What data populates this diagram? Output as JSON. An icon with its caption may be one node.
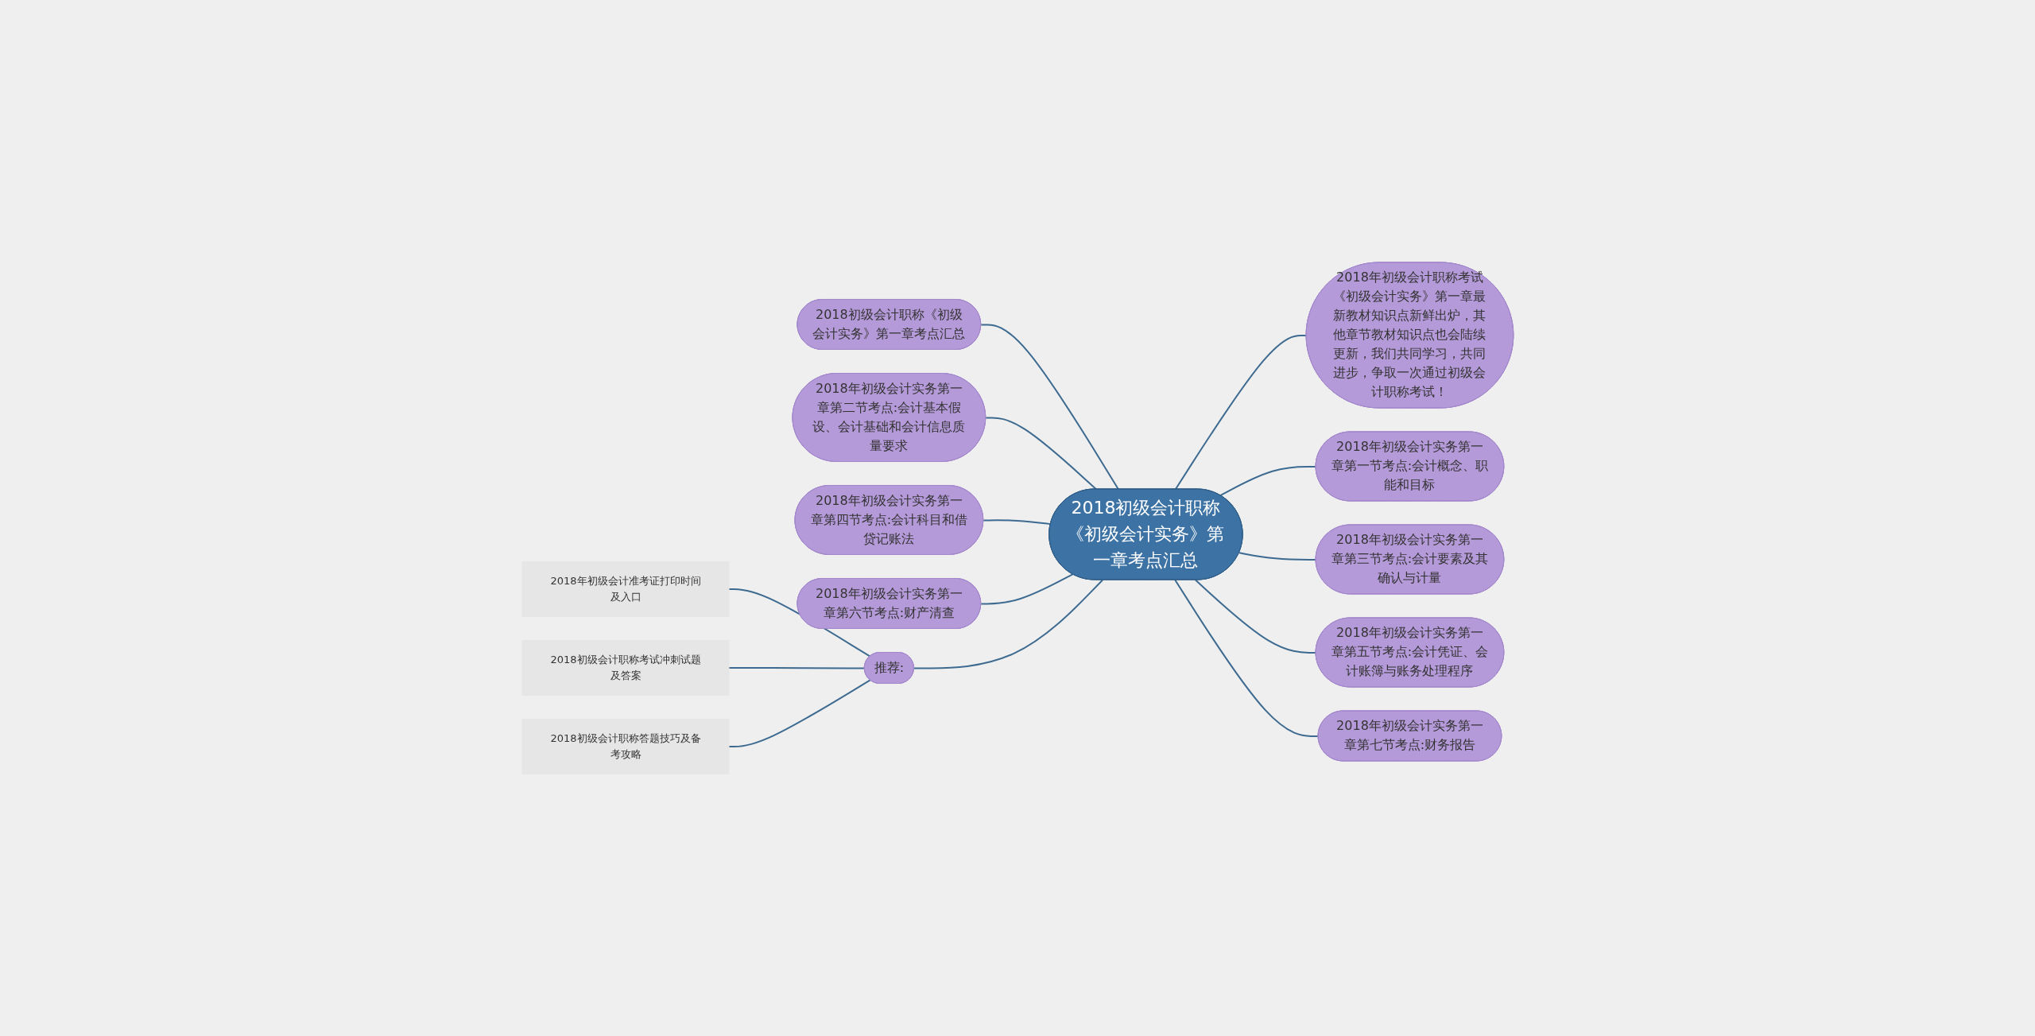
{
  "diagram": {
    "nodes": [
      {
        "text": [
          "2018初级会计职称《初级会计实务》第一章考点汇总"
        ]
      },
      {
        "text": [
          "2018初级会计职称《初级会计实务》第一章考点汇总"
        ]
      },
      {
        "text": [
          "2018年初级会计实务第一章第二节考点:会计基本假设、会计基础和会计信息质量要求"
        ]
      },
      {
        "text": [
          "2018年初级会计实务第一章第四节考点:会计科目和借贷记账法"
        ]
      },
      {
        "text": [
          "2018年初级会计实务第一章第六节考点:财产清查"
        ]
      },
      {
        "text": [
          "推荐:"
        ]
      },
      {
        "text": [
          "2018年初级会计准考证打印时间及入口"
        ]
      },
      {
        "text": [
          "2018初级会计职称考试冲刺试题及答案"
        ]
      },
      {
        "text": [
          "2018初级会计职称答题技巧及备考攻略"
        ]
      },
      {
        "text": [
          "2018年初级会计职称考试《初级会计实务》第一章最新教材知识点新鲜出炉，其他章节教材知识点也会陆续更新，我们共同学习，共同进步，争取一次通过初级会计职称考试！"
        ]
      },
      {
        "text": [
          "2018年初级会计实务第一章第一节考点:会计概念、职能和目标"
        ]
      },
      {
        "text": [
          "2018年初级会计实务第一章第三节考点:会计要素及其确认与计量"
        ]
      },
      {
        "text": [
          "2018年初级会计实务第一章第五节考点:会计凭证、会计账簿与账务处理程序"
        ]
      },
      {
        "text": [
          "2018年初级会计实务第一章第七节考点:财务报告"
        ]
      }
    ],
    "edges": [
      {
        "from": 1,
        "to": 0,
        "arrow": "none"
      },
      {
        "from": 2,
        "to": 0,
        "arrow": "none"
      },
      {
        "from": 3,
        "to": 0,
        "arrow": "none"
      },
      {
        "from": 4,
        "to": 0,
        "arrow": "none"
      },
      {
        "from": 5,
        "to": 0,
        "arrow": "none"
      },
      {
        "from": 6,
        "to": 5,
        "arrow": "none"
      },
      {
        "from": 7,
        "to": 5,
        "arrow": "none"
      },
      {
        "from": 8,
        "to": 5,
        "arrow": "none"
      },
      {
        "from": 0,
        "to": 9,
        "arrow": "none"
      },
      {
        "from": 0,
        "to": 10,
        "arrow": "none"
      },
      {
        "from": 0,
        "to": 11,
        "arrow": "none"
      },
      {
        "from": 0,
        "to": 12,
        "arrow": "none"
      },
      {
        "from": 0,
        "to": 13,
        "arrow": "none"
      }
    ]
  }
}
